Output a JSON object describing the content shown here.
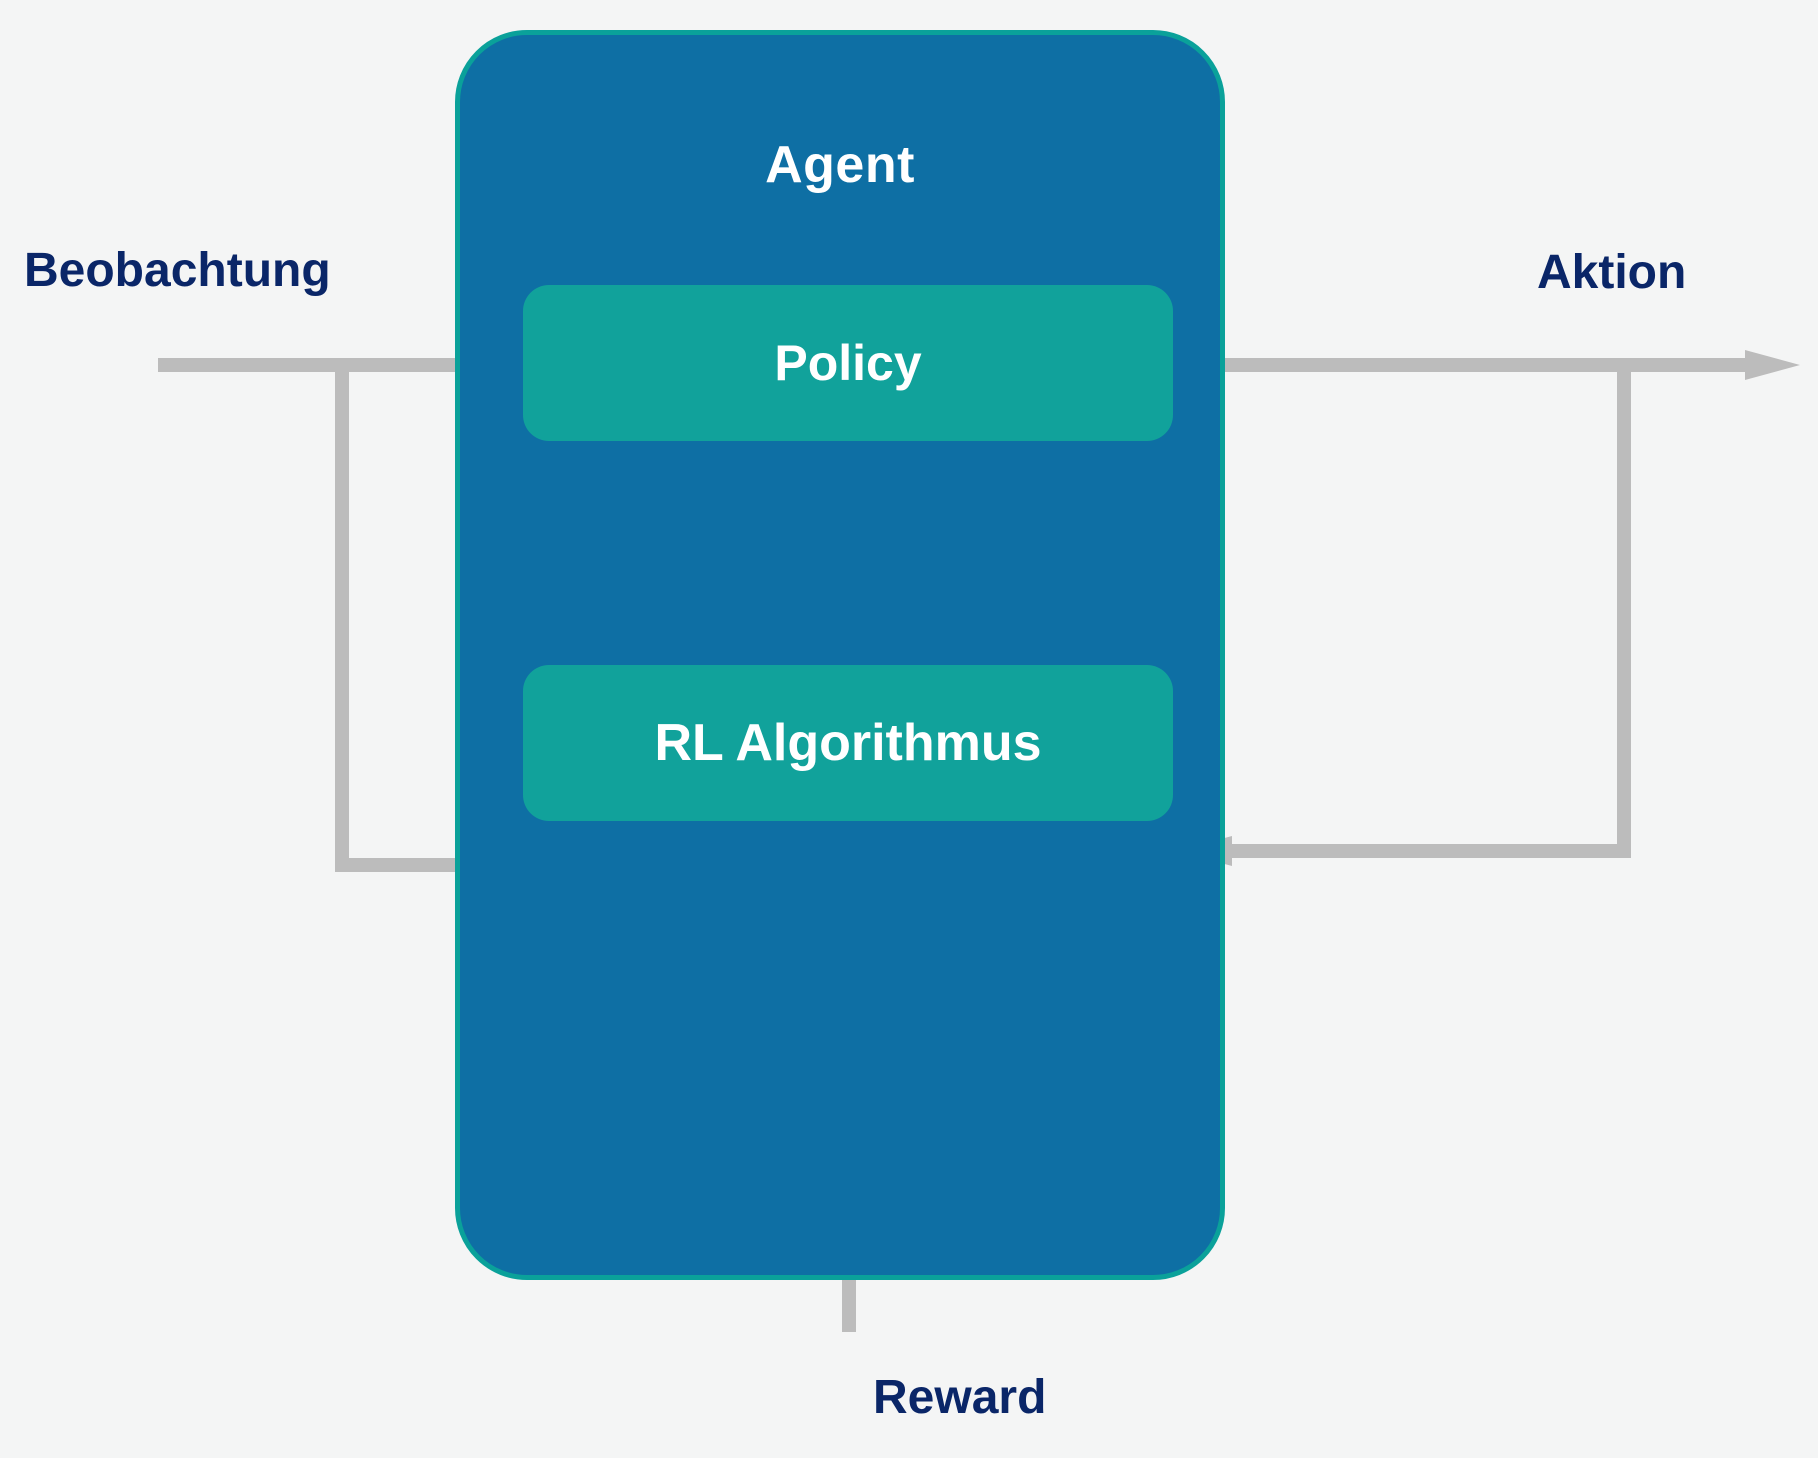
{
  "diagram": {
    "title_internal": "Reinforcement Learning Agent Loop",
    "background_color": "#f4f5f5",
    "agent": {
      "label": "Agent",
      "fill_color": "#0e6fa4",
      "border_color": "#0aa19a",
      "text_color": "#ffffff"
    },
    "blocks": [
      {
        "id": "policy",
        "label": "Policy",
        "fill_color": "#11a29b",
        "text_color": "#ffffff"
      },
      {
        "id": "rl_algorithm",
        "label": "RL Algorithmus",
        "fill_color": "#11a29b",
        "text_color": "#ffffff"
      }
    ],
    "external_labels": [
      {
        "id": "observation",
        "label": "Beobachtung",
        "color": "#0a2668",
        "position": "left"
      },
      {
        "id": "action",
        "label": "Aktion",
        "color": "#0a2668",
        "position": "right"
      },
      {
        "id": "reward",
        "label": "Reward",
        "color": "#0a2668",
        "position": "bottom"
      }
    ],
    "arrows": {
      "color": "#bcbcbc",
      "connections": [
        {
          "id": "observation-to-policy",
          "from": "Beobachtung",
          "to": "Policy"
        },
        {
          "id": "observation-to-rl",
          "from": "Beobachtung",
          "to": "RL Algorithmus"
        },
        {
          "id": "policy-to-action",
          "from": "Policy",
          "to": "Aktion"
        },
        {
          "id": "action-to-rl",
          "from": "Aktion",
          "to": "RL Algorithmus"
        },
        {
          "id": "rl-to-policy",
          "from": "RL Algorithmus",
          "to": "Policy"
        },
        {
          "id": "reward-to-rl",
          "from": "Reward",
          "to": "RL Algorithmus"
        }
      ]
    }
  }
}
